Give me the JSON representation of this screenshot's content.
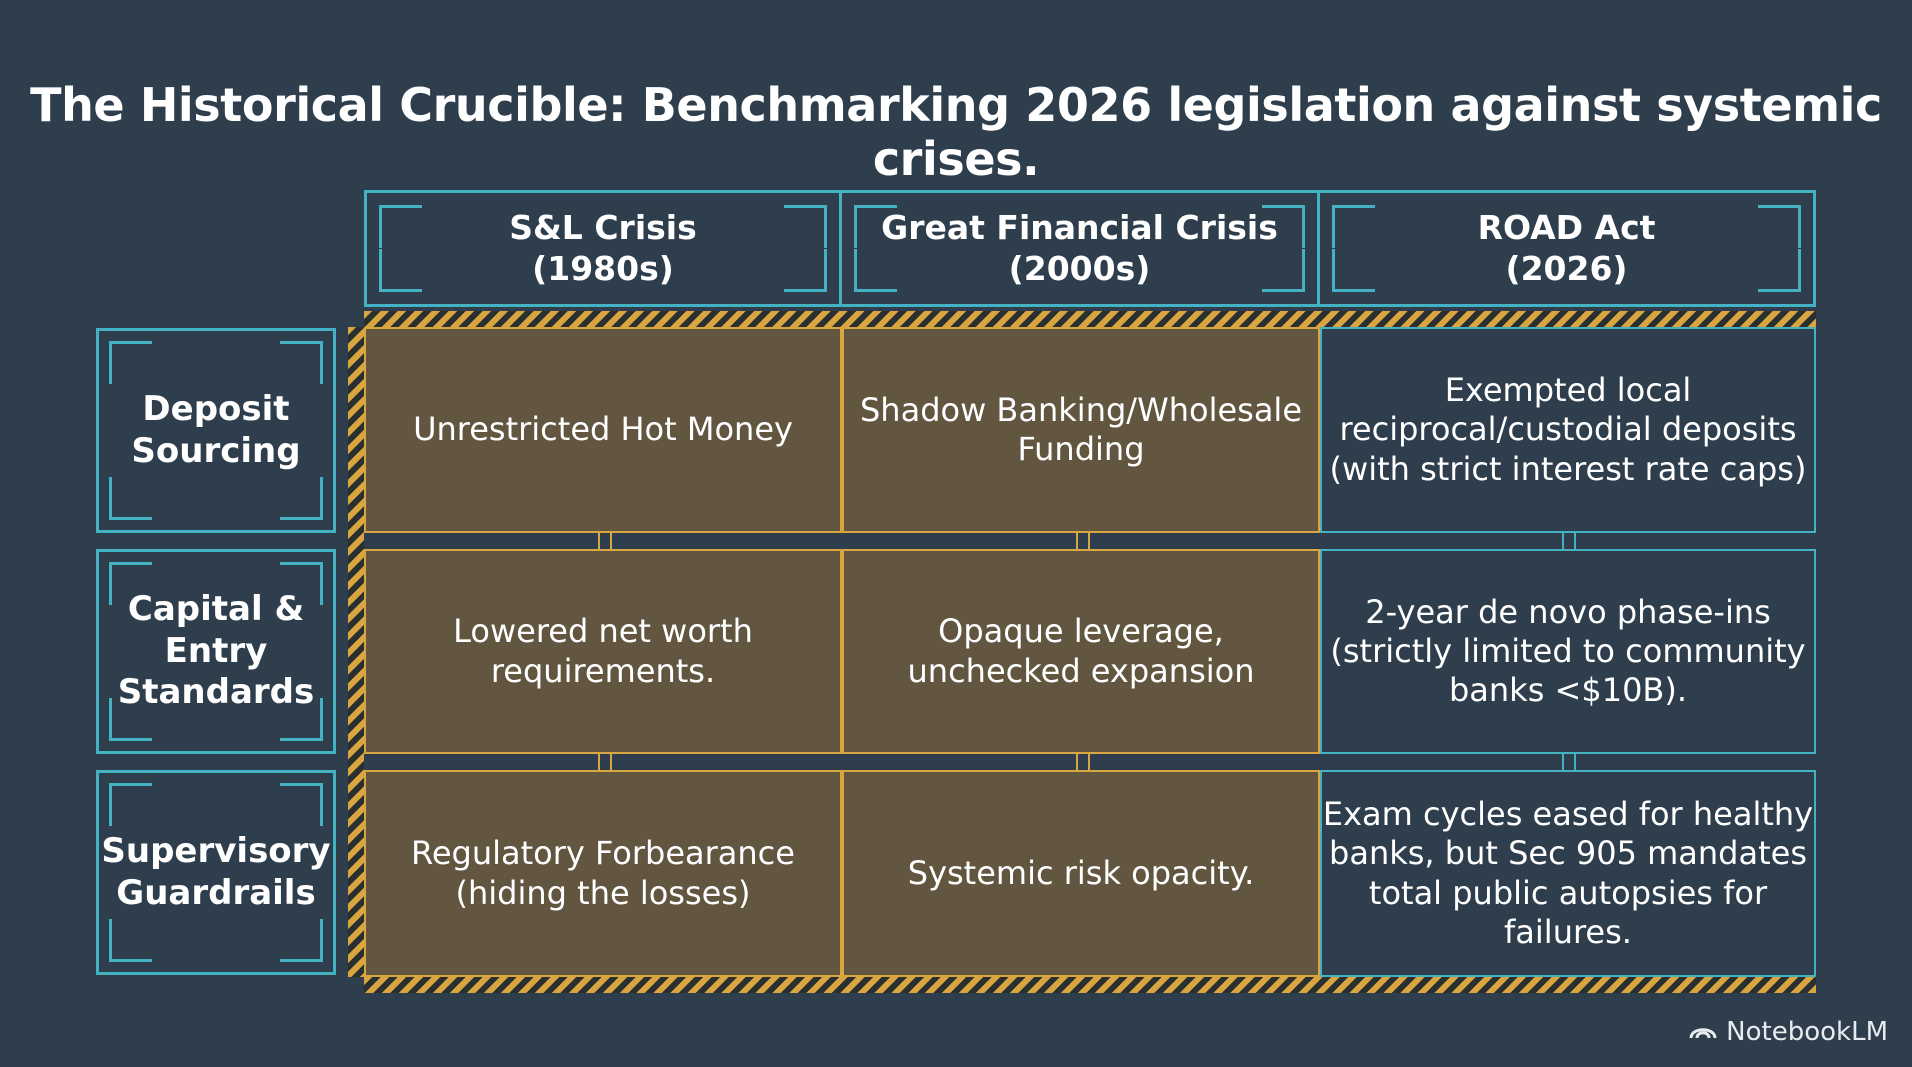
{
  "title": "The Historical Crucible: Benchmarking 2026 legislation against systemic crises.",
  "columns": [
    {
      "line1": "S&L Crisis",
      "line2": "(1980s)"
    },
    {
      "line1": "Great Financial Crisis",
      "line2": "(2000s)"
    },
    {
      "line1": "ROAD Act",
      "line2": "(2026)"
    }
  ],
  "rows": [
    {
      "label_lines": [
        "Deposit",
        "Sourcing"
      ],
      "cells": [
        [
          "Unrestricted Hot Money"
        ],
        [
          "Shadow Banking/Wholesale",
          "Funding"
        ],
        [
          "Exempted local",
          "reciprocal/custodial deposits",
          "(with strict interest rate caps)"
        ]
      ]
    },
    {
      "label_lines": [
        "Capital &",
        "Entry",
        "Standards"
      ],
      "cells": [
        [
          "Lowered net worth",
          "requirements."
        ],
        [
          "Opaque leverage,",
          "unchecked expansion"
        ],
        [
          "2-year de novo phase-ins",
          "(strictly limited to community",
          "banks <$10B)."
        ]
      ]
    },
    {
      "label_lines": [
        "Supervisory",
        "Guardrails"
      ],
      "cells": [
        [
          "Regulatory Forbearance",
          "(hiding the losses)"
        ],
        [
          "Systemic risk opacity."
        ],
        [
          "Exam cycles eased for healthy",
          "banks, but Sec 905 mandates",
          "total public autopsies for failures."
        ]
      ]
    }
  ],
  "logo": {
    "text": "NotebookLM",
    "icon": "notebooklm-logo-icon"
  },
  "colors": {
    "background": "#2e3e4c",
    "crisis_fill": "#625641",
    "crisis_border": "#d8a540",
    "accent_cyan": "#45b2c4"
  }
}
